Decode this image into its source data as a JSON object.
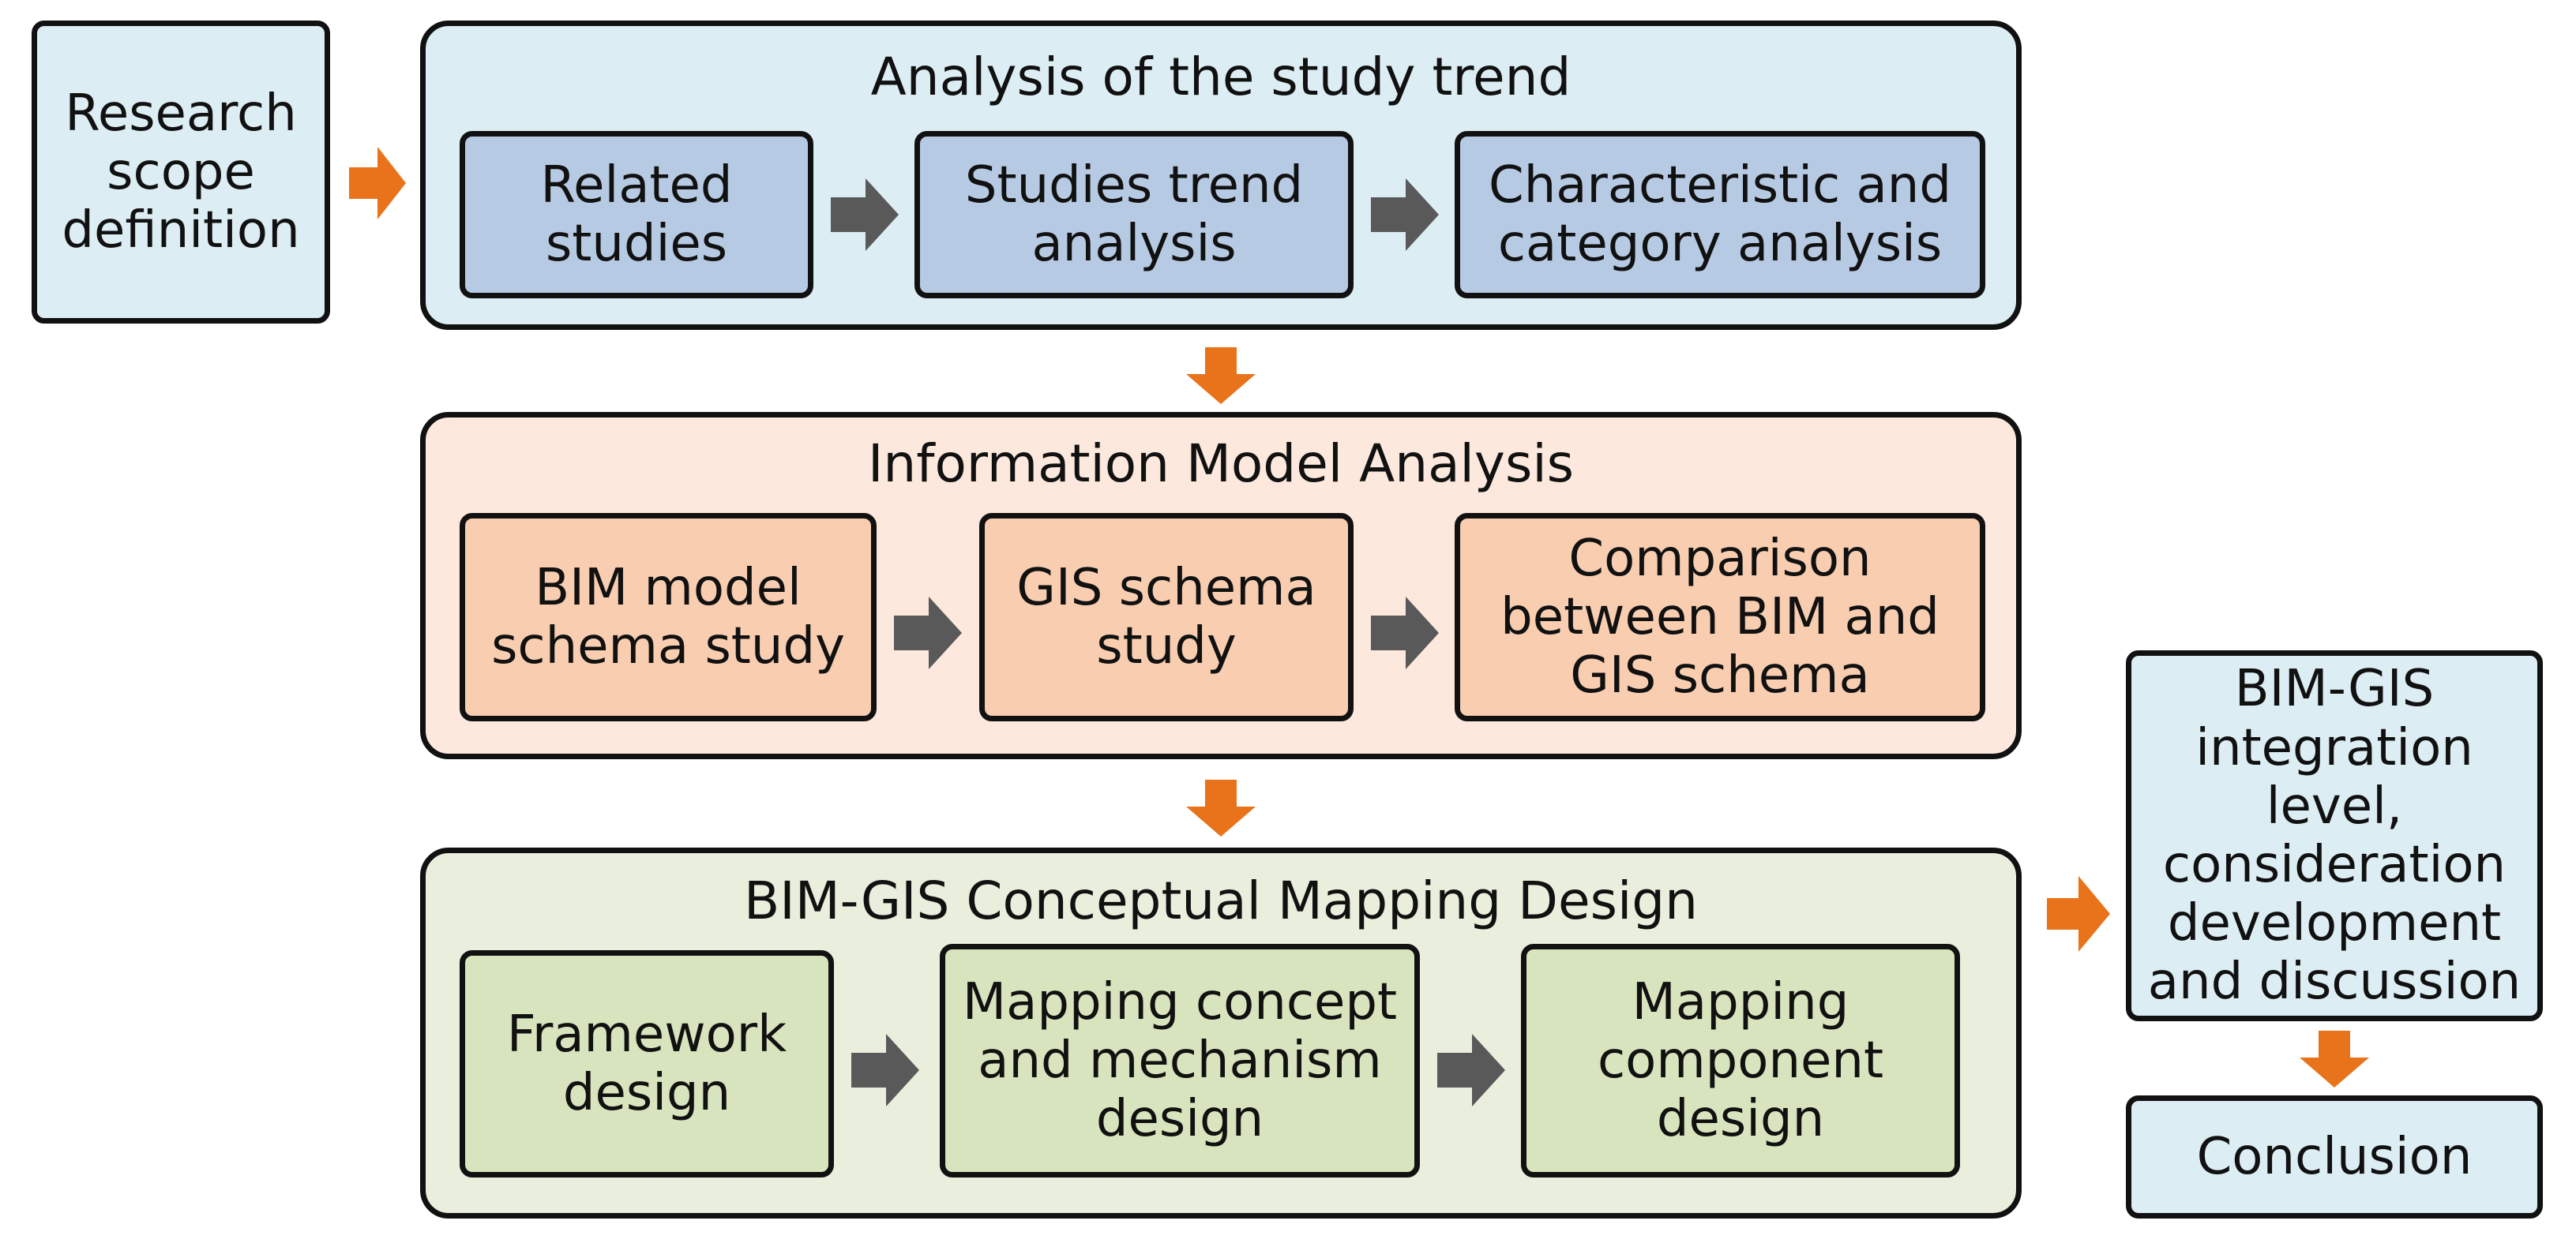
{
  "colors": {
    "outline": "#111111",
    "flow_arrow": "#e8731a",
    "inner_arrow": "#595959",
    "blue_panel": "#dcedf3",
    "blue_box": "#b7cae3",
    "orange_panel": "#fce8dc",
    "orange_box": "#f8cdb0",
    "green_panel": "#e9efdc",
    "green_box": "#d8e4bd",
    "side_box": "#dcedf3"
  },
  "research_scope": {
    "label": "Research\nscope\ndefinition"
  },
  "study_trend": {
    "title": "Analysis of the study trend",
    "steps": [
      "Related\nstudies",
      "Studies trend\nanalysis",
      "Characteristic and\ncategory analysis"
    ]
  },
  "info_model": {
    "title": "Information Model Analysis",
    "steps": [
      "BIM model\nschema study",
      "GIS schema\nstudy",
      "Comparison\nbetween BIM and\nGIS schema"
    ]
  },
  "mapping_design": {
    "title": "BIM-GIS Conceptual Mapping Design",
    "steps": [
      "Framework\ndesign",
      "Mapping concept\nand mechanism\ndesign",
      "Mapping\ncomponent\ndesign"
    ]
  },
  "integration": {
    "label": "BIM-GIS\nintegration\nlevel,\nconsideration\ndevelopment\nand discussion"
  },
  "conclusion": {
    "label": "Conclusion"
  },
  "icons": {
    "flow_arrow": "orange-block-arrow",
    "step_arrow": "gray-block-arrow"
  }
}
